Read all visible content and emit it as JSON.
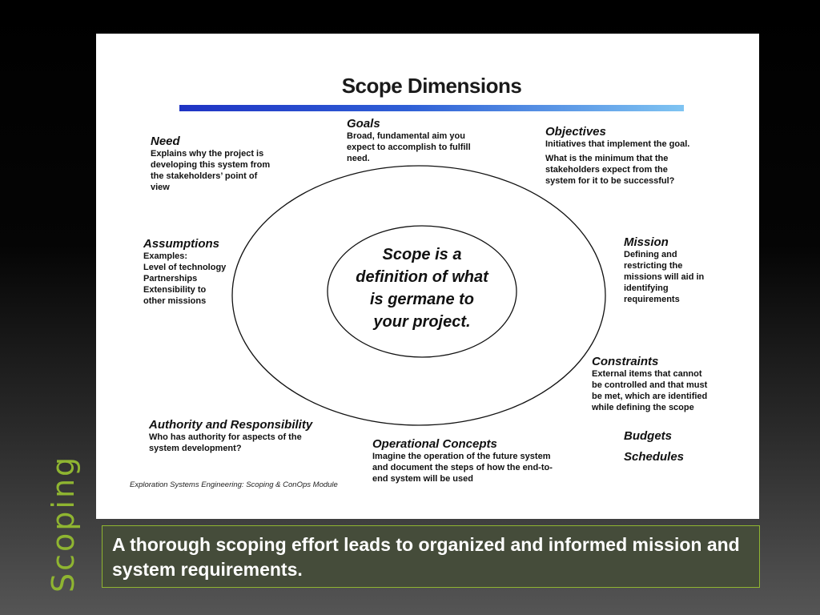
{
  "slide": {
    "side_title": "Scoping",
    "caption": "A thorough scoping effort leads to organized and informed mission and system requirements."
  },
  "diagram": {
    "title": "Scope Dimensions",
    "center": "Scope is a\ndefinition of what\nis germane to\nyour project.",
    "need": {
      "heading": "Need",
      "text": "Explains why the project is\ndeveloping this system from\nthe stakeholders’ point of\nview"
    },
    "goals": {
      "heading": "Goals",
      "text": "Broad, fundamental aim you\nexpect to accomplish to fulfill\nneed."
    },
    "objectives": {
      "heading": "Objectives",
      "text": "Initiatives that implement the goal.",
      "text2": "What is the minimum that the\nstakeholders expect from the\nsystem for it to be successful?"
    },
    "assumptions": {
      "heading": "Assumptions",
      "text": "Examples:\nLevel of technology\nPartnerships\nExtensibility to\nother missions"
    },
    "mission": {
      "heading": "Mission",
      "text": "Defining and\nrestricting the\nmissions will aid in\nidentifying\nrequirements"
    },
    "constraints": {
      "heading": "Constraints",
      "text": "External items that cannot\nbe controlled and that must\nbe met, which are identified\nwhile defining the scope"
    },
    "authority": {
      "heading": "Authority and Responsibility",
      "text": "Who has authority for aspects of the\nsystem development?"
    },
    "operational": {
      "heading": "Operational Concepts",
      "text": "Imagine the operation of the future system\nand document the steps of how the end-to-\nend system will be used"
    },
    "budgets": {
      "heading": "Budgets"
    },
    "schedules": {
      "heading": "Schedules"
    },
    "source_note": "Exploration Systems Engineering: Scoping & ConOps Module"
  }
}
